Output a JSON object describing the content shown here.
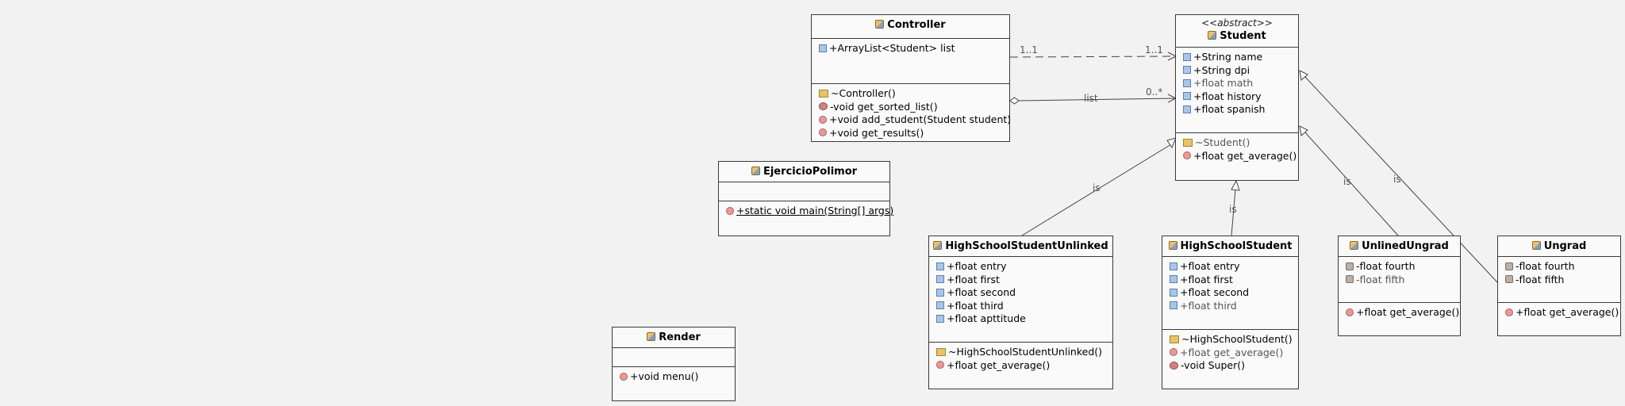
{
  "classes": {
    "controller": {
      "name": "Controller",
      "attributes": [
        "+ArrayList<Student> list"
      ],
      "methods": [
        "~Controller()",
        "-void get_sorted_list()",
        "+void add_student(Student student)",
        "+void get_results()"
      ]
    },
    "student": {
      "stereotype": "<<abstract>>",
      "name": "Student",
      "attributes": [
        "+String name",
        "+String dpi",
        "+float math",
        "+float history",
        "+float spanish"
      ],
      "methods": [
        "~Student()",
        "+float get_average()"
      ]
    },
    "ejercicio": {
      "name": "EjercicioPolimor",
      "methods": [
        "+static void main(String[] args)"
      ]
    },
    "render": {
      "name": "Render",
      "methods": [
        "+void menu()"
      ]
    },
    "hs_unlinked": {
      "name": "HighSchoolStudentUnlinked",
      "attributes": [
        "+float entry",
        "+float first",
        "+float second",
        "+float third",
        "+float apttitude"
      ],
      "methods": [
        "~HighSchoolStudentUnlinked()",
        "+float get_average()"
      ]
    },
    "hs": {
      "name": "HighSchoolStudent",
      "attributes": [
        "+float entry",
        "+float first",
        "+float second",
        "+float third"
      ],
      "methods": [
        "~HighSchoolStudent()",
        "+float get_average()",
        "-void Super()"
      ]
    },
    "unlined_ungrad": {
      "name": "UnlinedUngrad",
      "attributes": [
        "-float fourth",
        "-float fifth"
      ],
      "methods": [
        "+float get_average()"
      ]
    },
    "ungrad": {
      "name": "Ungrad",
      "attributes": [
        "-float fourth",
        "-float fifth"
      ],
      "methods": [
        "+float get_average()"
      ]
    }
  },
  "relations": {
    "dep_mult_source": "1..1",
    "dep_mult_target": "1..1",
    "assoc_role": "list",
    "assoc_mult": "0..*",
    "is_label": "is"
  }
}
